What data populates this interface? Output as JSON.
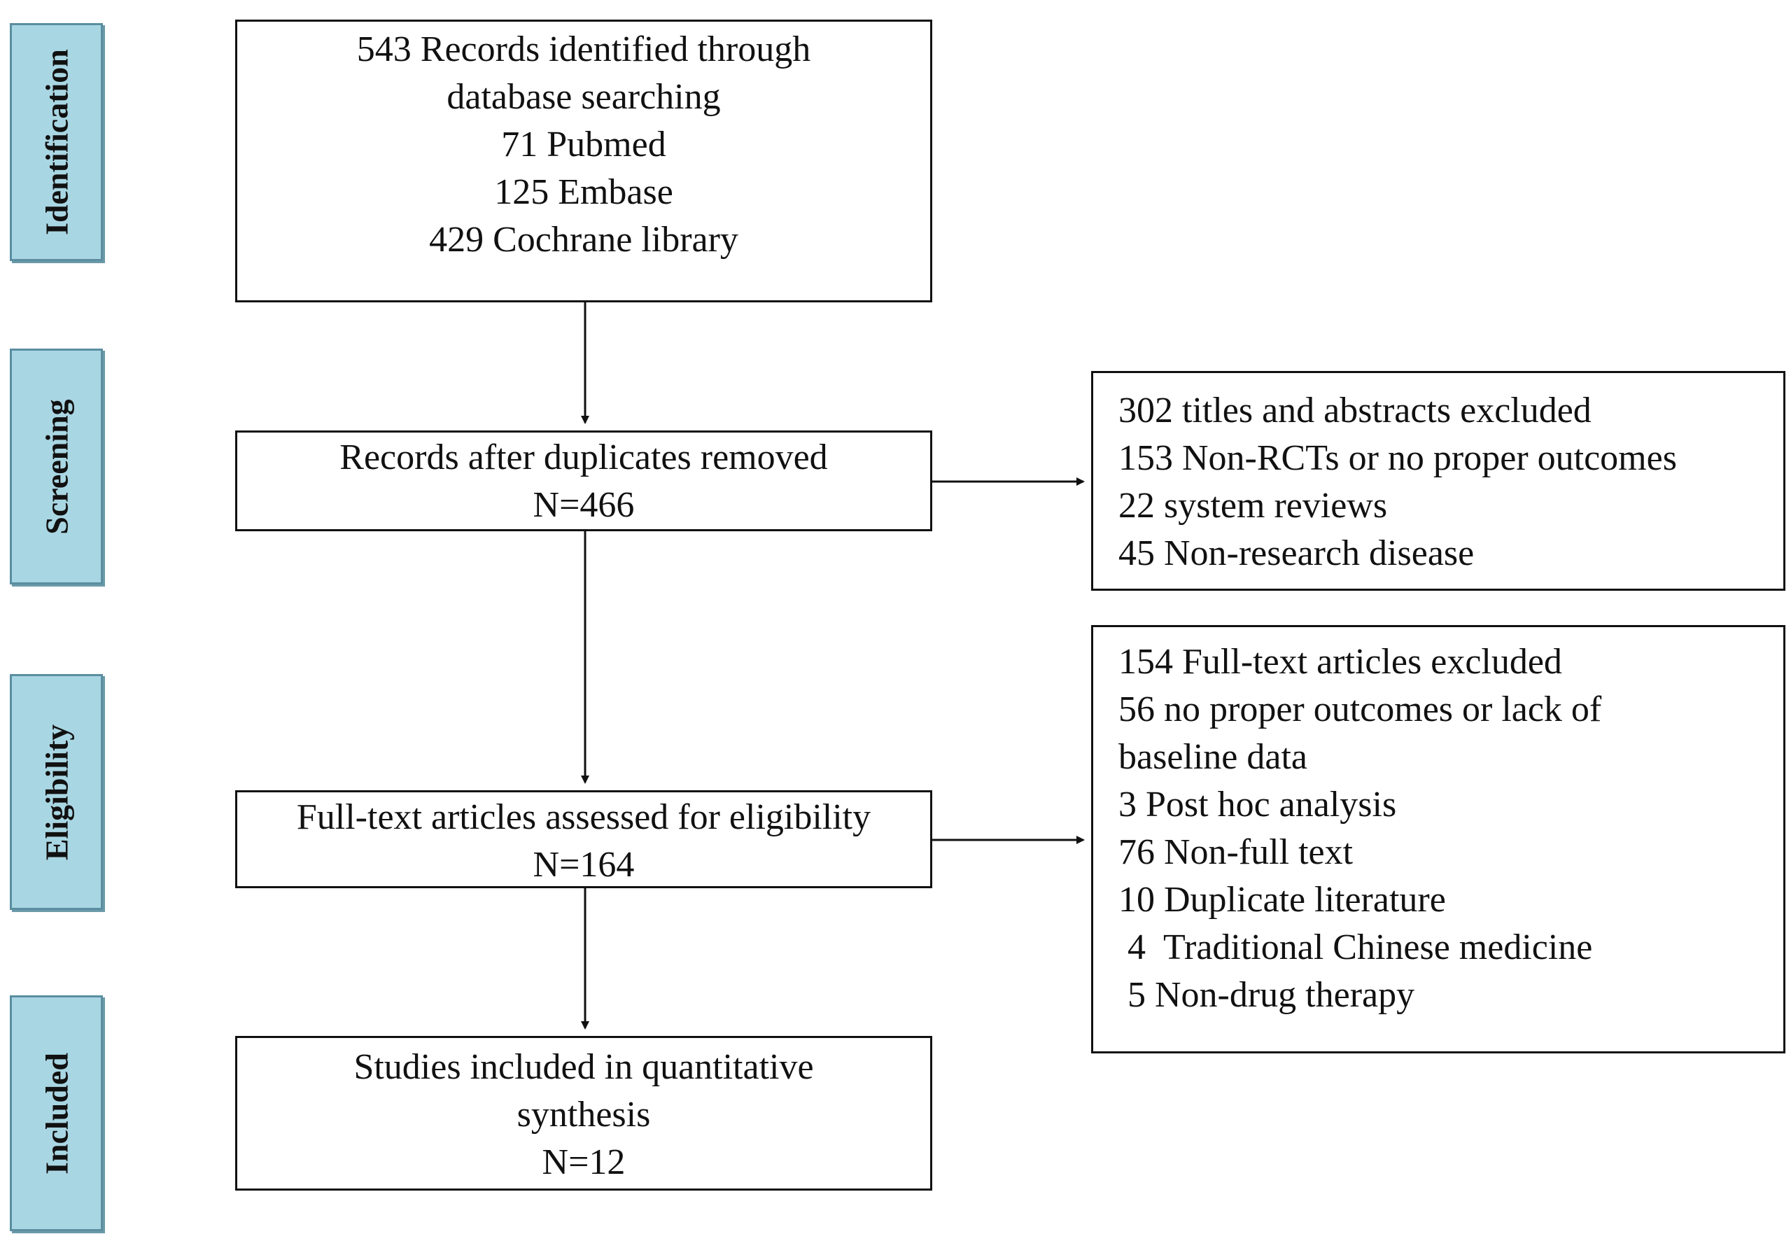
{
  "stages": {
    "identification": "Identification",
    "screening": "Screening",
    "eligibility": "Eligibility",
    "included": "Included"
  },
  "identification_box": {
    "lines": [
      "543 Records identified through",
      "database searching",
      "71 Pubmed",
      "125 Embase",
      "429 Cochrane library"
    ]
  },
  "screening_box": {
    "lines": [
      "Records after duplicates removed",
      "N=466"
    ]
  },
  "screening_excluded": {
    "lines": [
      "302 titles and abstracts excluded",
      "153 Non-RCTs or no proper outcomes",
      "22 system reviews",
      "45 Non-research disease"
    ]
  },
  "eligibility_box": {
    "lines": [
      "Full-text articles assessed for eligibility",
      "N=164"
    ]
  },
  "eligibility_excluded": {
    "lines": [
      "154 Full-text articles excluded",
      "56 no proper outcomes or lack of",
      "baseline data",
      "3 Post hoc analysis",
      "76 Non-full text",
      "10 Duplicate literature",
      " 4  Traditional Chinese medicine",
      " 5 Non-drug therapy"
    ]
  },
  "included_box": {
    "lines": [
      "Studies included in quantitative",
      "synthesis",
      "N=12"
    ]
  }
}
